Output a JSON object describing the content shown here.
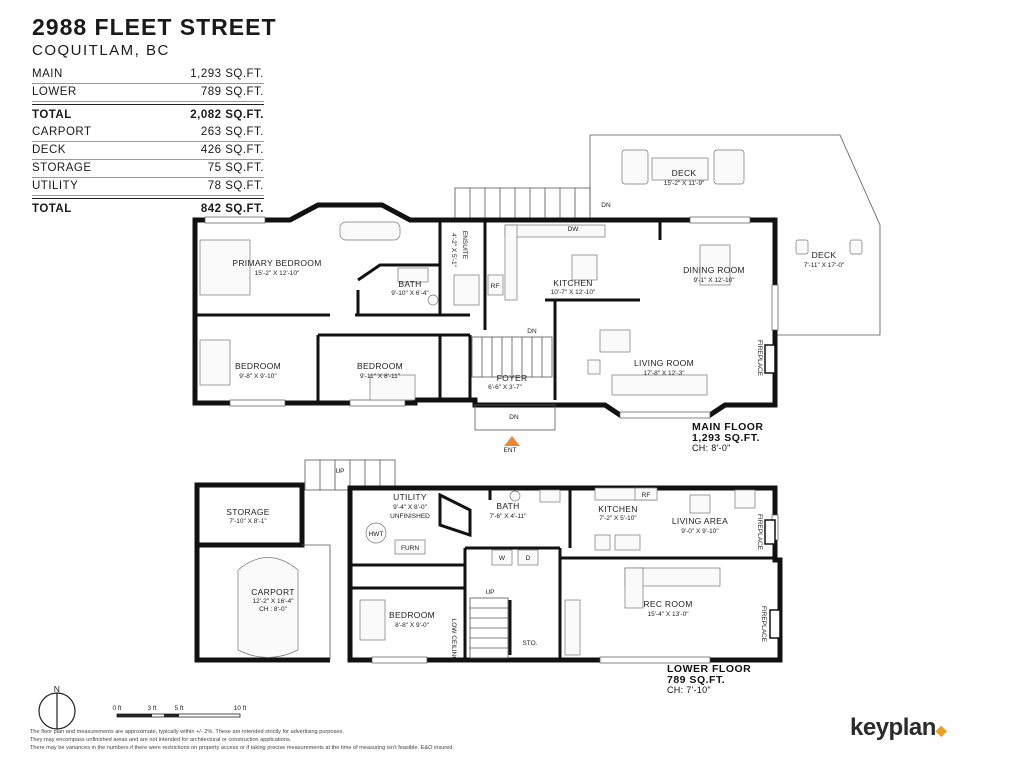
{
  "header": {
    "title": "2988 FLEET STREET",
    "subtitle": "COQUITLAM, BC"
  },
  "areas": {
    "living": [
      {
        "label": "MAIN",
        "value": "1,293 SQ.FT."
      },
      {
        "label": "LOWER",
        "value": "789 SQ.FT."
      }
    ],
    "living_total": {
      "label": "TOTAL",
      "value": "2,082 SQ.FT."
    },
    "other": [
      {
        "label": "CARPORT",
        "value": "263 SQ.FT."
      },
      {
        "label": "DECK",
        "value": "426 SQ.FT."
      },
      {
        "label": "STORAGE",
        "value": "75 SQ.FT."
      },
      {
        "label": "UTILITY",
        "value": "78 SQ.FT."
      }
    ],
    "other_total": {
      "label": "TOTAL",
      "value": "842 SQ.FT."
    }
  },
  "main_floor": {
    "name": "MAIN FLOOR",
    "area": "1,293 SQ.FT.",
    "ceiling": "CH: 8'-0\"",
    "entry": "ENT",
    "rooms": {
      "deck_top": {
        "name": "DECK",
        "dims": "15'-2\" X 11'-9\""
      },
      "deck_side": {
        "name": "DECK",
        "dims": "7'-11\" X 17'-0\""
      },
      "primary": {
        "name": "PRIMARY BEDROOM",
        "dims": "15'-2\" X 12'-10\""
      },
      "ensuite": {
        "name": "ENSUITE",
        "dims": "4'-2\" X 5'-1\""
      },
      "bath": {
        "name": "BATH",
        "dims": "9'-10\" X 6'-4\""
      },
      "kitchen": {
        "name": "KITCHEN",
        "dims": "10'-7\" X 12'-10\""
      },
      "dining": {
        "name": "DINING ROOM",
        "dims": "9'-1\" X 12'-10\""
      },
      "bedroom1": {
        "name": "BEDROOM",
        "dims": "9'-8\" X 9'-10\""
      },
      "bedroom2": {
        "name": "BEDROOM",
        "dims": "9'-11\" X 8'-11\""
      },
      "foyer": {
        "name": "FOYER",
        "dims": "6'-6\" X 3'-7\""
      },
      "living": {
        "name": "LIVING ROOM",
        "dims": "17'-8\" X 12'-3\""
      }
    },
    "tags": {
      "dw": "DW",
      "rf": "RF",
      "dn1": "DN",
      "dn2": "DN",
      "dn3": "DN",
      "fireplace": "FIREPLACE"
    }
  },
  "lower_floor": {
    "name": "LOWER FLOOR",
    "area": "789 SQ.FT.",
    "ceiling": "CH: 7'-10\"",
    "rooms": {
      "storage": {
        "name": "STORAGE",
        "dims": "7'-10\" X 8'-1\""
      },
      "carport": {
        "name": "CARPORT",
        "dims": "12'-2\" X 16'-4\"",
        "ceiling": "CH : 8'-0\""
      },
      "utility": {
        "name": "UTILITY",
        "dims": "9'-4\" X 8'-0\"",
        "note": "UNFINISHED"
      },
      "bath": {
        "name": "BATH",
        "dims": "7'-6\" X 4'-11\""
      },
      "kitchen": {
        "name": "KITCHEN",
        "dims": "7'-2\" X 5'-10\""
      },
      "living_area": {
        "name": "LIVING AREA",
        "dims": "9'-0\" X 9'-10\""
      },
      "bedroom": {
        "name": "BEDROOM",
        "dims": "8'-8\" X 9'-0\""
      },
      "rec": {
        "name": "REC ROOM",
        "dims": "15'-4\" X 13'-0\""
      },
      "sto": {
        "name": "STO."
      }
    },
    "tags": {
      "up1": "UP",
      "up2": "UP",
      "hwt": "HWT",
      "furn": "FURN",
      "rf": "RF",
      "w": "W",
      "d": "D",
      "low_ceiling": "LOW CEILING",
      "fireplace1": "FIREPLACE",
      "fireplace2": "FIREPLACE"
    }
  },
  "compass": {
    "label": "N"
  },
  "scale": {
    "t0": "0 ft",
    "t3": "3 ft",
    "t5": "5 ft",
    "t10": "10 ft"
  },
  "disclaimer": [
    "The floor plan and measurements are approximate, typically within +/- 2%. These are intended strictly for advertising purposes.",
    "They may encompass unfinished areas and are not intended for architectural or construction applications.",
    "There may be variances in the numbers if there were restrictions on property access or if taking precise measurements at the time of measuring isn't feasible. E&O insured."
  ],
  "brand": "keyplan"
}
